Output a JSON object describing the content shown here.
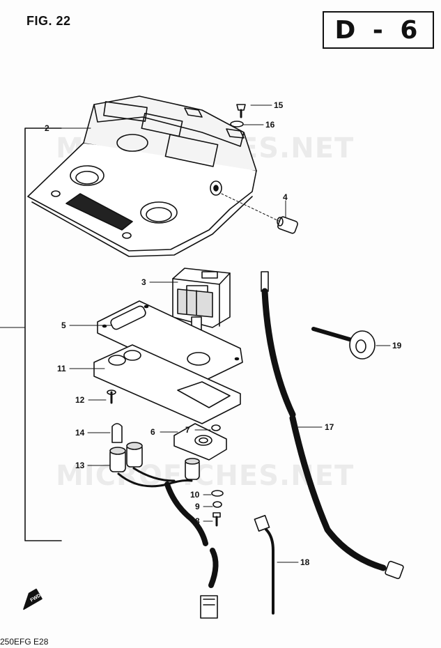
{
  "figure": {
    "label": "FIG. 22",
    "section": "D - 6"
  },
  "watermark": "MICROFICHES.NET",
  "footer_code": "250EFG E28",
  "fwd_badge": "FWD",
  "callouts": [
    "2",
    "3",
    "4",
    "5",
    "6",
    "7",
    "8",
    "9",
    "10",
    "11",
    "12",
    "13",
    "14",
    "15",
    "16",
    "17",
    "18",
    "19"
  ],
  "colors": {
    "ink": "#111111",
    "paper": "#fdfdfd"
  }
}
